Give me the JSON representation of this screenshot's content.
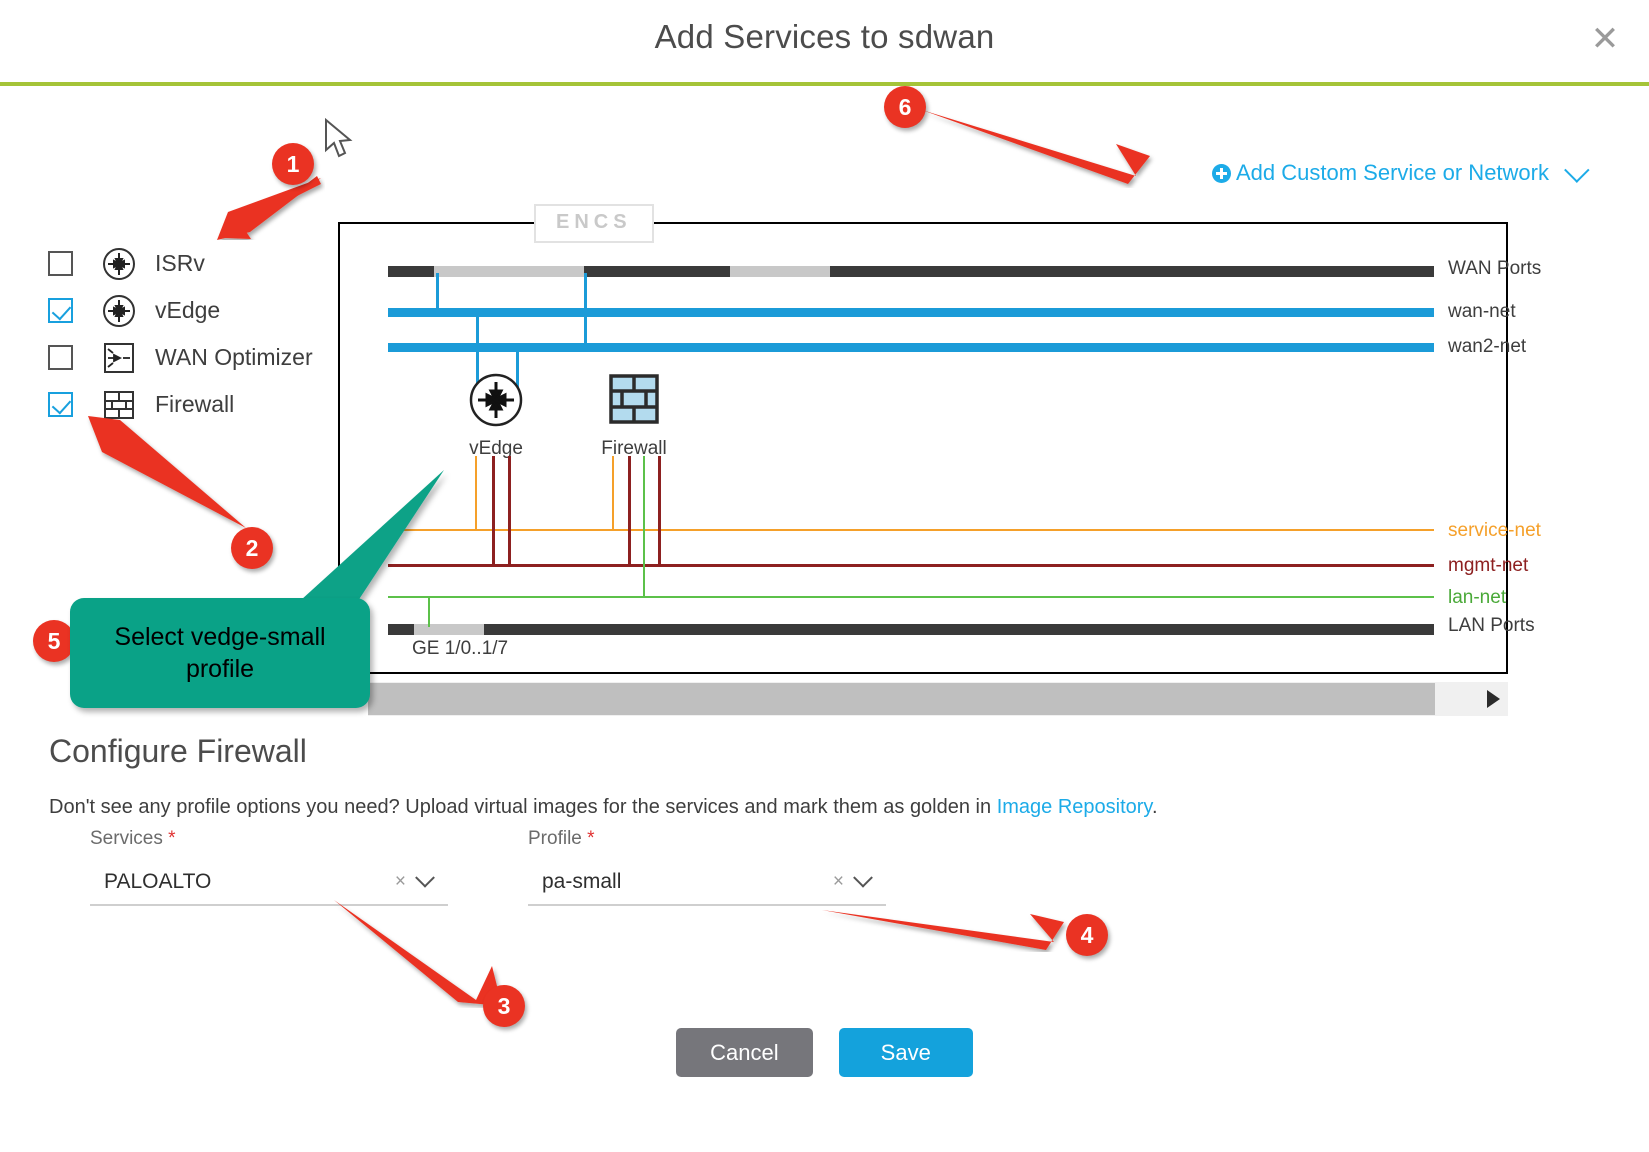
{
  "dialog": {
    "title": "Add Services to sdwan",
    "close_icon": "close-icon"
  },
  "add_custom": {
    "label": "Add Custom Service or Network",
    "plus_icon": "plus-circle-icon",
    "chevron_icon": "chevron-down-icon"
  },
  "services": [
    {
      "label": "ISRv",
      "checked": false,
      "icon": "router-icon"
    },
    {
      "label": "vEdge",
      "checked": true,
      "icon": "router-icon"
    },
    {
      "label": "WAN Optimizer",
      "checked": false,
      "icon": "wan-optimizer-icon"
    },
    {
      "label": "Firewall",
      "checked": true,
      "icon": "firewall-brick-icon"
    }
  ],
  "diagram": {
    "device_label": "ENCS",
    "nets": [
      {
        "name": "WAN Ports",
        "color": "#3a3a3a"
      },
      {
        "name": "wan-net",
        "color": "#1b9bd8"
      },
      {
        "name": "wan2-net",
        "color": "#1b9bd8"
      },
      {
        "name": "service-net",
        "color": "#f5a02a"
      },
      {
        "name": "mgmt-net",
        "color": "#8d2020"
      },
      {
        "name": "lan-net",
        "color": "#5cc14a"
      },
      {
        "name": "LAN Ports",
        "color": "#3a3a3a"
      }
    ],
    "nodes": [
      {
        "label": "vEdge",
        "icon": "router-icon"
      },
      {
        "label": "Firewall",
        "icon": "firewall-brick-icon"
      }
    ],
    "port_range_label": "GE 1/0..1/7"
  },
  "scrollbar": {
    "right_arrow_icon": "scroll-right-arrow-icon"
  },
  "configure": {
    "heading": "Configure Firewall",
    "hint_prefix": "Don't see any profile options you need? Upload virtual images for the services and mark them as golden in ",
    "hint_link": "Image Repository",
    "hint_suffix": ".",
    "fields": [
      {
        "label": "Services",
        "required_mark": "*",
        "value": "PALOALTO",
        "clear_icon": "×",
        "chevron_icon": "chevron-down-icon"
      },
      {
        "label": "Profile",
        "required_mark": "*",
        "value": "pa-small",
        "clear_icon": "×",
        "chevron_icon": "chevron-down-icon"
      }
    ]
  },
  "footer": {
    "cancel_label": "Cancel",
    "save_label": "Save"
  },
  "annotations": {
    "badges": [
      "1",
      "2",
      "3",
      "4",
      "5",
      "6"
    ],
    "callout_text": "Select vedge-small profile",
    "arrow_color": "#ea3323",
    "callout_color": "#0aa287"
  }
}
